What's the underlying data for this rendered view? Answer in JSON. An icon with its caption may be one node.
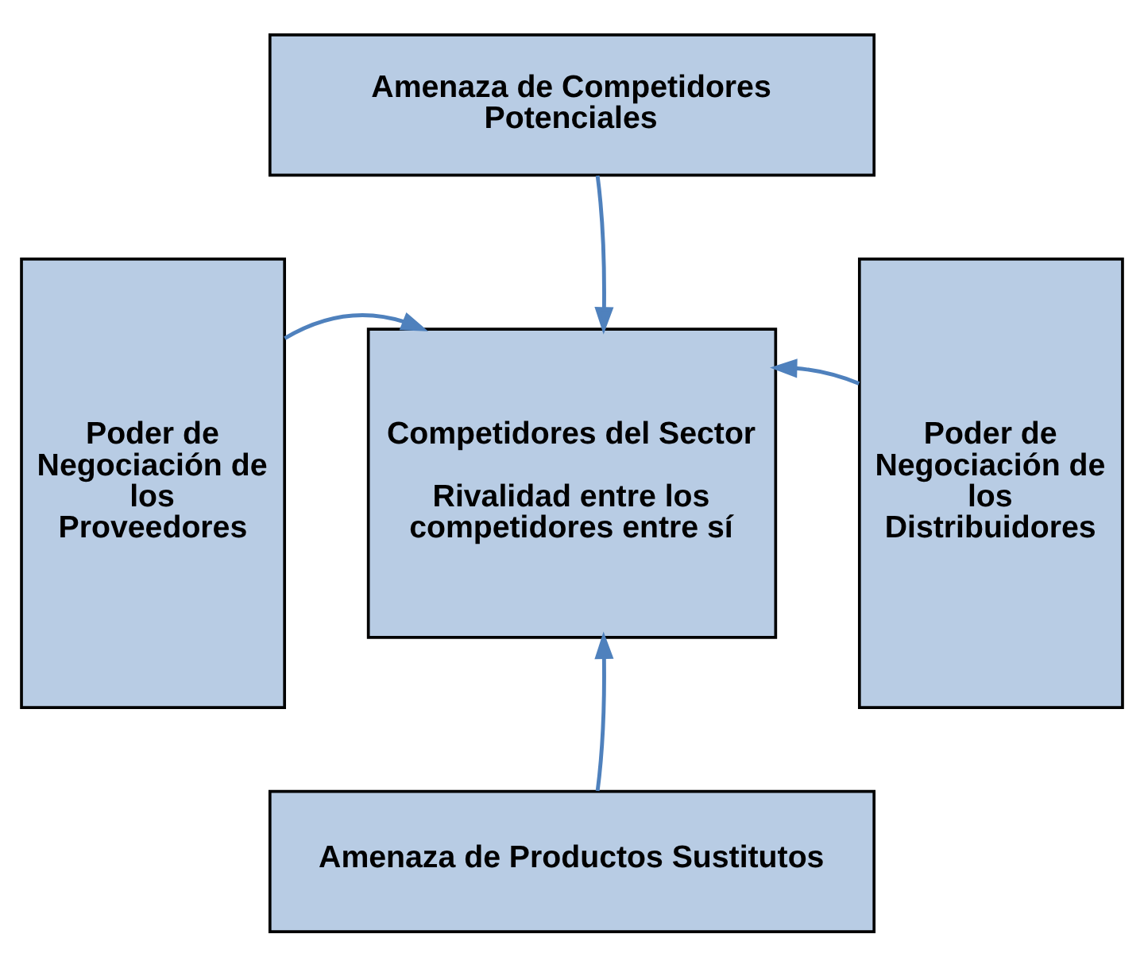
{
  "diagram": {
    "nodes": [
      {
        "text": [
          "Amenaza de Competidores Potenciales"
        ]
      },
      {
        "text": [
          "Poder de Negociación de los Proveedores"
        ]
      },
      {
        "text": [
          "Competidores del Sector",
          "Rivalidad entre los competidores entre sí"
        ]
      },
      {
        "text": [
          "Poder de Negociación de los Distribuidores"
        ]
      },
      {
        "text": [
          "Amenaza de Productos Sustitutos"
        ]
      }
    ],
    "edges": [
      {
        "from": 0,
        "to": 2,
        "arrow": "to"
      },
      {
        "from": 1,
        "to": 2,
        "arrow": "to"
      },
      {
        "from": 3,
        "to": 2,
        "arrow": "to"
      },
      {
        "from": 4,
        "to": 2,
        "arrow": "to"
      }
    ]
  }
}
